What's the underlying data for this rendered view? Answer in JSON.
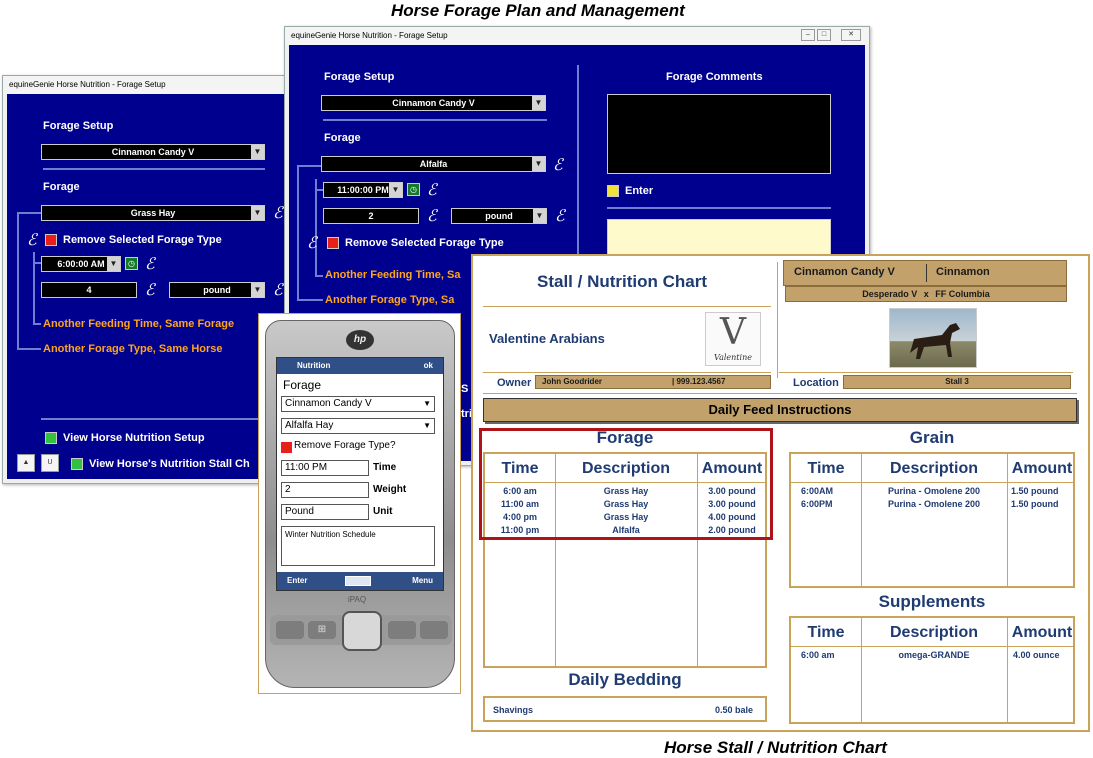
{
  "captions": {
    "top": "Horse Forage Plan and Management",
    "bottom": "Horse Stall / Nutrition Chart"
  },
  "win_back": {
    "title": "equineGenie   Horse Nutrition - Forage Setup",
    "forage_setup_label": "Forage Setup",
    "forage_setup_value": "Cinnamon Candy V",
    "forage_label": "Forage",
    "forage_value": "Grass Hay",
    "remove_label": "Remove Selected Forage Type",
    "time_value": "6:00:00 AM",
    "amount_value": "4",
    "unit_value": "pound",
    "another_time": "Another Feeding Time, Same Forage",
    "another_type": "Another Forage Type, Same Horse",
    "view_setup": "View Horse Nutrition Setup",
    "view_chart": "View Horse's Nutrition Stall Ch"
  },
  "win_front": {
    "title": "equineGenie   Horse Nutrition - Forage Setup",
    "forage_setup_label": "Forage Setup",
    "forage_setup_value": "Cinnamon Candy V",
    "forage_label": "Forage",
    "forage_value": "Alfalfa",
    "time_value": "11:00:00 PM",
    "amount_value": "2",
    "unit_value": "pound",
    "remove_label": "Remove Selected Forage Type",
    "another_time": "Another Feeding Time, Sa",
    "another_type": "Another Forage Type, Sa",
    "comments_label": "Forage Comments",
    "enter_label": "Enter",
    "partial_s": "S",
    "partial_tri": "tri"
  },
  "phone": {
    "brand": "hp",
    "model": "iPAQ",
    "title": "Nutrition",
    "ok": "ok",
    "heading": "Forage",
    "horse": "Cinnamon Candy V",
    "forage": "Alfalfa Hay",
    "remove": "Remove Forage Type?",
    "time_value": "11:00 PM",
    "time_label": "Time",
    "weight_value": "2",
    "weight_label": "Weight",
    "unit_value": "Pound",
    "unit_label": "Unit",
    "notes": "Winter Nutrition Schedule",
    "softkey_left": "Enter",
    "softkey_right": "Menu"
  },
  "chart": {
    "title": "Stall / Nutrition Chart",
    "horse_name": "Cinnamon Candy V",
    "horse_color": "Cinnamon",
    "sire": "Desperado V",
    "cross": "x",
    "dam": "FF Columbia",
    "farm": "Valentine Arabians",
    "logo_text": "Valentine",
    "owner_label": "Owner",
    "owner_name": "John Goodrider",
    "owner_phone": "999.123.4567",
    "location_label": "Location",
    "location_value": "Stall 3",
    "daily_feed": "Daily Feed Instructions",
    "forage": {
      "title": "Forage",
      "headers": [
        "Time",
        "Description",
        "Amount"
      ],
      "rows": [
        [
          "6:00 am",
          "Grass Hay",
          "3.00 pound"
        ],
        [
          "11:00 am",
          "Grass Hay",
          "3.00 pound"
        ],
        [
          "4:00 pm",
          "Grass Hay",
          "4.00 pound"
        ],
        [
          "11:00 pm",
          "Alfalfa",
          "2.00 pound"
        ]
      ]
    },
    "grain": {
      "title": "Grain",
      "headers": [
        "Time",
        "Description",
        "Amount"
      ],
      "rows": [
        [
          "6:00AM",
          "Purina - Omolene 200",
          "1.50 pound"
        ],
        [
          "6:00PM",
          "Purina - Omolene 200",
          "1.50 pound"
        ]
      ]
    },
    "supplements": {
      "title": "Supplements",
      "headers": [
        "Time",
        "Description",
        "Amount"
      ],
      "rows": [
        [
          "6:00 am",
          "omega-GRANDE",
          "4.00 ounce"
        ]
      ]
    },
    "bedding": {
      "title": "Daily Bedding",
      "item": "Shavings",
      "amount": "0.50 bale"
    }
  }
}
